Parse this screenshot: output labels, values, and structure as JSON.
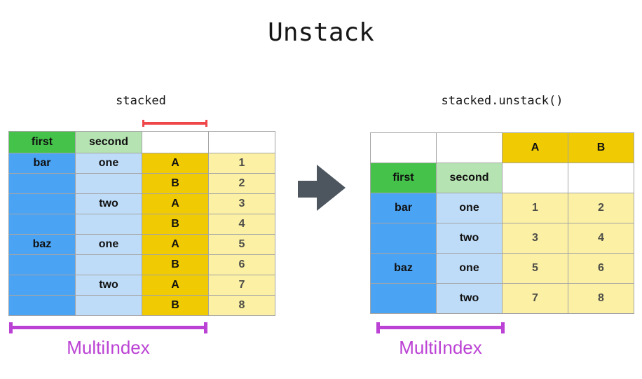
{
  "title": "Unstack",
  "colors": {
    "green": "#44c24a",
    "lightgreen": "#b5e3b2",
    "blue": "#4aa3f3",
    "lightblue": "#bedcf8",
    "gold": "#f0ca02",
    "lightyellow": "#fbf0a4",
    "white": "#ffffff",
    "border": "#a5a5a5",
    "arrow": "#4d565f",
    "red_bracket": "#ef4649",
    "magenta": "#bb42d4",
    "num_text": "#4e4e48",
    "text": "#111111"
  },
  "icons": {
    "arrow": "arrow-right-icon",
    "red_bracket": "column-span-bracket",
    "multiindex_bracket": "multiindex-span-bracket"
  },
  "left_table": {
    "label": "stacked",
    "rows": [
      [
        {
          "t": "first",
          "c": "green"
        },
        {
          "t": "second",
          "c": "lightgreen"
        },
        {
          "t": "",
          "c": "white"
        },
        {
          "t": "",
          "c": "white"
        }
      ],
      [
        {
          "t": "bar",
          "c": "blue"
        },
        {
          "t": "one",
          "c": "lightblue"
        },
        {
          "t": "A",
          "c": "gold"
        },
        {
          "t": "1",
          "c": "lightyellow",
          "n": true
        }
      ],
      [
        {
          "t": "",
          "c": "blue"
        },
        {
          "t": "",
          "c": "lightblue"
        },
        {
          "t": "B",
          "c": "gold"
        },
        {
          "t": "2",
          "c": "lightyellow",
          "n": true
        }
      ],
      [
        {
          "t": "",
          "c": "blue"
        },
        {
          "t": "two",
          "c": "lightblue"
        },
        {
          "t": "A",
          "c": "gold"
        },
        {
          "t": "3",
          "c": "lightyellow",
          "n": true
        }
      ],
      [
        {
          "t": "",
          "c": "blue"
        },
        {
          "t": "",
          "c": "lightblue"
        },
        {
          "t": "B",
          "c": "gold"
        },
        {
          "t": "4",
          "c": "lightyellow",
          "n": true
        }
      ],
      [
        {
          "t": "baz",
          "c": "blue"
        },
        {
          "t": "one",
          "c": "lightblue"
        },
        {
          "t": "A",
          "c": "gold"
        },
        {
          "t": "5",
          "c": "lightyellow",
          "n": true
        }
      ],
      [
        {
          "t": "",
          "c": "blue"
        },
        {
          "t": "",
          "c": "lightblue"
        },
        {
          "t": "B",
          "c": "gold"
        },
        {
          "t": "6",
          "c": "lightyellow",
          "n": true
        }
      ],
      [
        {
          "t": "",
          "c": "blue"
        },
        {
          "t": "two",
          "c": "lightblue"
        },
        {
          "t": "A",
          "c": "gold"
        },
        {
          "t": "7",
          "c": "lightyellow",
          "n": true
        }
      ],
      [
        {
          "t": "",
          "c": "blue"
        },
        {
          "t": "",
          "c": "lightblue"
        },
        {
          "t": "B",
          "c": "gold"
        },
        {
          "t": "8",
          "c": "lightyellow",
          "n": true
        }
      ]
    ]
  },
  "right_table": {
    "label": "stacked.unstack()",
    "rows": [
      [
        {
          "t": "",
          "c": "white"
        },
        {
          "t": "",
          "c": "white"
        },
        {
          "t": "A",
          "c": "gold"
        },
        {
          "t": "B",
          "c": "gold"
        }
      ],
      [
        {
          "t": "first",
          "c": "green"
        },
        {
          "t": "second",
          "c": "lightgreen"
        },
        {
          "t": "",
          "c": "white"
        },
        {
          "t": "",
          "c": "white"
        }
      ],
      [
        {
          "t": "bar",
          "c": "blue"
        },
        {
          "t": "one",
          "c": "lightblue"
        },
        {
          "t": "1",
          "c": "lightyellow",
          "n": true
        },
        {
          "t": "2",
          "c": "lightyellow",
          "n": true
        }
      ],
      [
        {
          "t": "",
          "c": "blue"
        },
        {
          "t": "two",
          "c": "lightblue"
        },
        {
          "t": "3",
          "c": "lightyellow",
          "n": true
        },
        {
          "t": "4",
          "c": "lightyellow",
          "n": true
        }
      ],
      [
        {
          "t": "baz",
          "c": "blue"
        },
        {
          "t": "one",
          "c": "lightblue"
        },
        {
          "t": "5",
          "c": "lightyellow",
          "n": true
        },
        {
          "t": "6",
          "c": "lightyellow",
          "n": true
        }
      ],
      [
        {
          "t": "",
          "c": "blue"
        },
        {
          "t": "two",
          "c": "lightblue"
        },
        {
          "t": "7",
          "c": "lightyellow",
          "n": true
        },
        {
          "t": "8",
          "c": "lightyellow",
          "n": true
        }
      ]
    ]
  },
  "multiindex_left": {
    "label": "MultiIndex"
  },
  "multiindex_right": {
    "label": "MultiIndex"
  }
}
